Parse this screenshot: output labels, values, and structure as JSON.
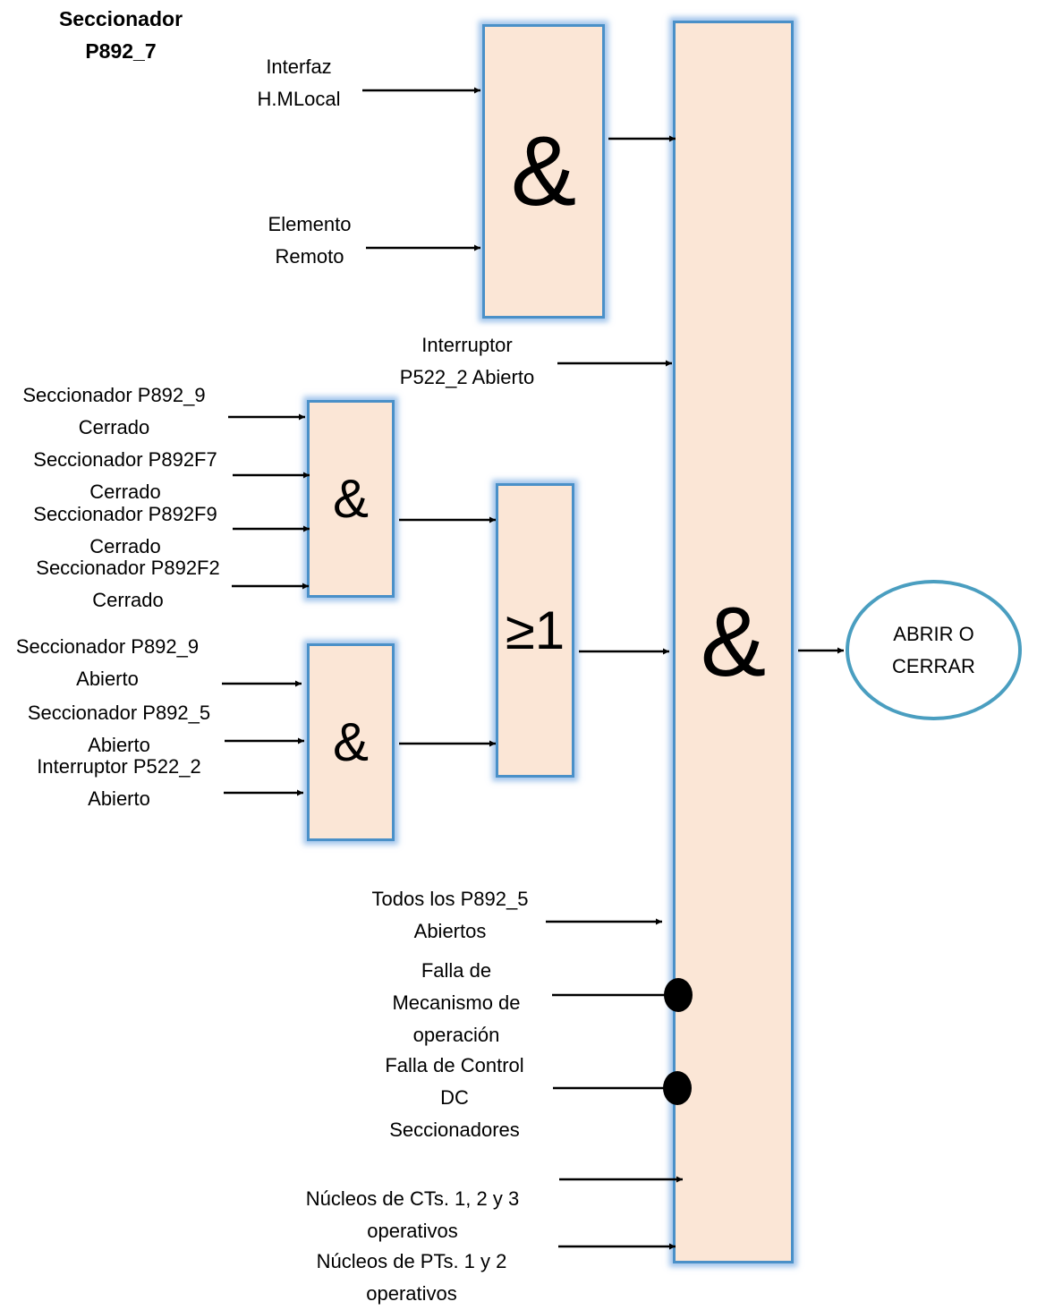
{
  "title": {
    "line1": "Seccionador",
    "line2": "P892_7"
  },
  "gate_symbols": {
    "and": "&",
    "or": "≥1"
  },
  "inputs": {
    "interfaz": [
      "Interfaz",
      "H.MLocal"
    ],
    "elemento": [
      "Elemento",
      "Remoto"
    ],
    "interruptor_top": [
      "Interruptor",
      "P522_2 Abierto"
    ],
    "cerr_p892_9": [
      "Seccionador P892_9",
      "Cerrado"
    ],
    "cerr_p892f7": [
      "Seccionador P892F7",
      "Cerrado"
    ],
    "cerr_p892f9": [
      "Seccionador P892F9",
      "Cerrado"
    ],
    "cerr_p892f2": [
      "Seccionador P892F2",
      "Cerrado"
    ],
    "ab_p892_9": [
      "Seccionador P892_9",
      "Abierto"
    ],
    "ab_p892_5": [
      "Seccionador P892_5",
      "Abierto"
    ],
    "ab_p522_2": [
      "Interruptor P522_2",
      "Abierto"
    ],
    "todos": [
      "Todos los P892_5",
      "Abiertos"
    ],
    "falla_mec": [
      "Falla de",
      "Mecanismo de",
      "operación"
    ],
    "falla_dc": [
      "Falla de Control",
      "DC",
      "Seccionadores"
    ],
    "nucleos_ct": [
      "Núcleos de CTs. 1, 2 y 3",
      "operativos"
    ],
    "nucleos_pt": [
      "Núcleos de PTs. 1 y 2",
      "operativos"
    ]
  },
  "output": [
    "ABRIR O",
    "CERRAR"
  ],
  "colors": {
    "gate_fill": "#fbe6d6",
    "gate_border": "#4a90c8",
    "gate_glow": "#6ea5e1",
    "output_border": "#4a9ec0",
    "line": "#000000"
  }
}
